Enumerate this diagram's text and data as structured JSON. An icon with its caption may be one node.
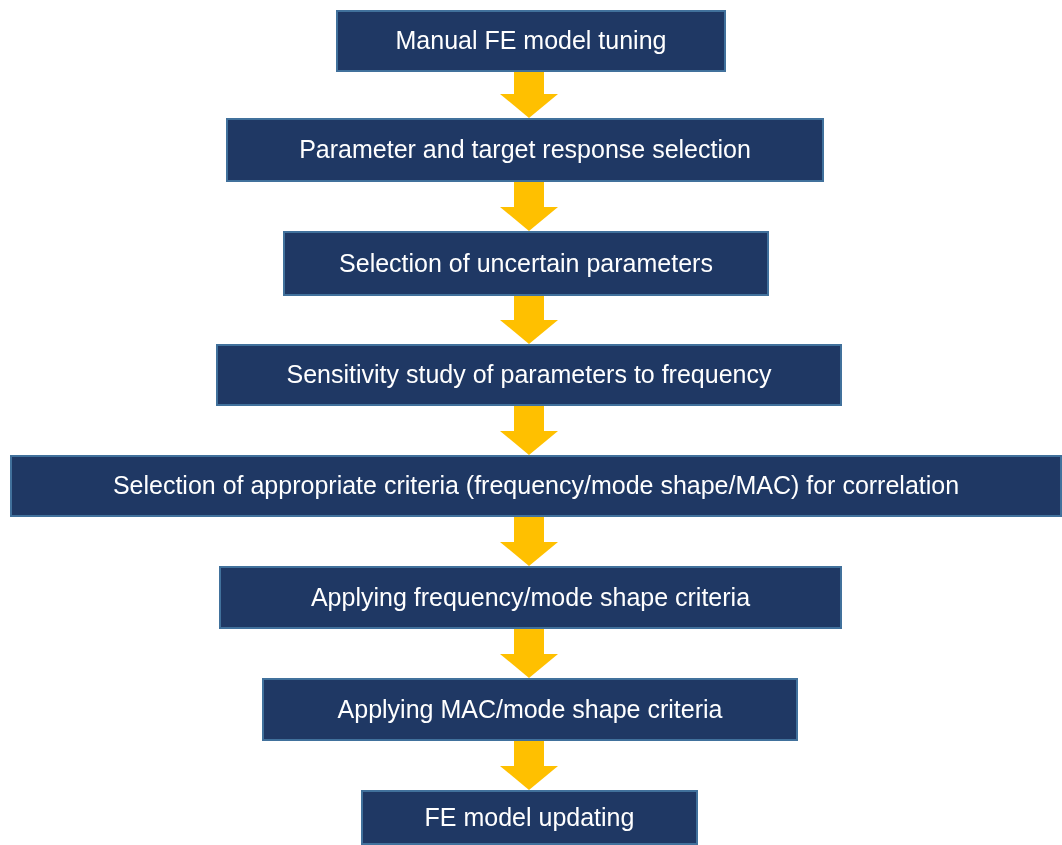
{
  "diagram": {
    "nodes": [
      {
        "text": [
          "Manual FE model tuning"
        ]
      },
      {
        "text": [
          "Parameter and target response selection"
        ]
      },
      {
        "text": [
          "Selection of uncertain parameters"
        ]
      },
      {
        "text": [
          "Sensitivity study of parameters to frequency"
        ]
      },
      {
        "text": [
          "Selection of appropriate criteria (frequency/mode shape/MAC) for correlation"
        ]
      },
      {
        "text": [
          "Applying frequency/mode shape criteria"
        ]
      },
      {
        "text": [
          "Applying MAC/mode shape criteria"
        ]
      },
      {
        "text": [
          "FE model updating"
        ]
      }
    ],
    "edges": [
      {
        "from": 0,
        "to": 1,
        "arrow": "to"
      },
      {
        "from": 1,
        "to": 2,
        "arrow": "to"
      },
      {
        "from": 2,
        "to": 3,
        "arrow": "to"
      },
      {
        "from": 3,
        "to": 4,
        "arrow": "to"
      },
      {
        "from": 4,
        "to": 5,
        "arrow": "to"
      },
      {
        "from": 5,
        "to": 6,
        "arrow": "to"
      },
      {
        "from": 6,
        "to": 7,
        "arrow": "to"
      }
    ]
  }
}
